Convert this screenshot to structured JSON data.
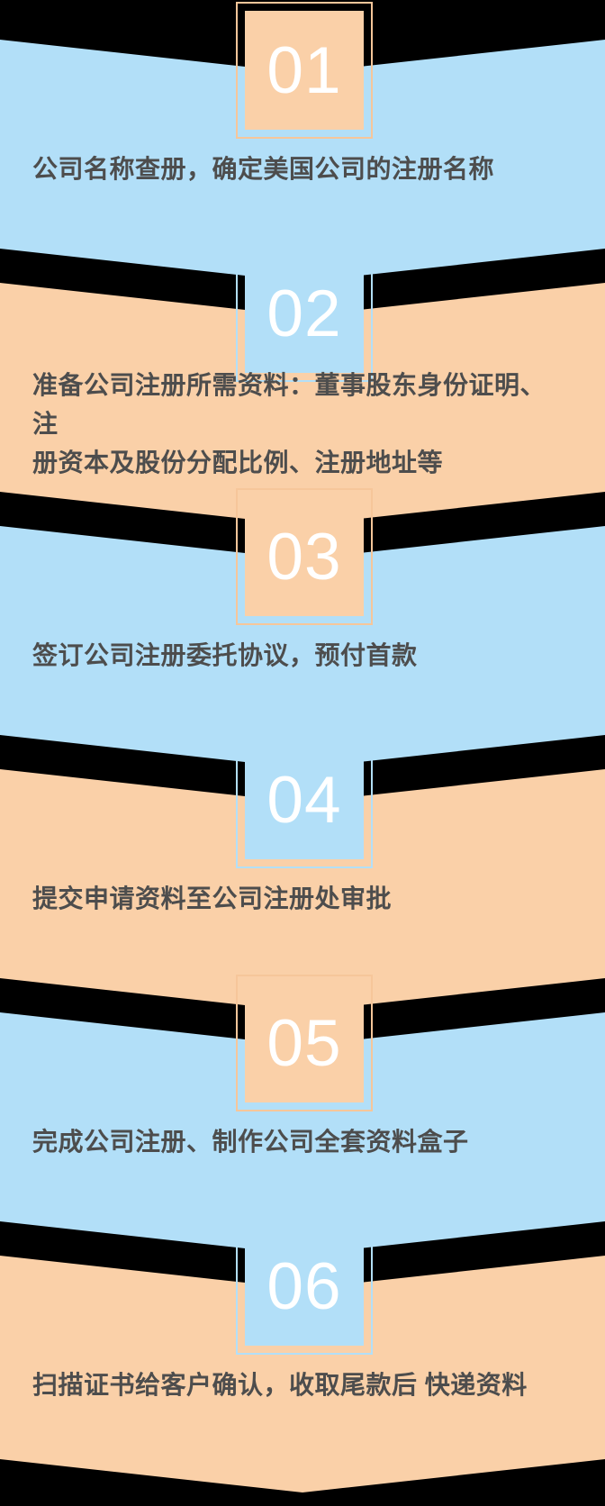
{
  "colors": {
    "banner_blue": "#b2dff8",
    "banner_peach": "#fad0a8",
    "badge_number": "#ffffff",
    "description_text": "#4d4d4d",
    "background": "#000000"
  },
  "steps": [
    {
      "number": "01",
      "banner_color": "blue",
      "badge_color": "peach",
      "text": "公司名称查册，确定美国公司的注册名称"
    },
    {
      "number": "02",
      "banner_color": "peach",
      "badge_color": "blue",
      "text": "准备公司注册所需资料：董事股东身份证明、 注\n册资本及股份分配比例、注册地址等"
    },
    {
      "number": "03",
      "banner_color": "blue",
      "badge_color": "peach",
      "text": "签订公司注册委托协议，预付首款"
    },
    {
      "number": "04",
      "banner_color": "peach",
      "badge_color": "blue",
      "text": "提交申请资料至公司注册处审批"
    },
    {
      "number": "05",
      "banner_color": "blue",
      "badge_color": "peach",
      "text": "完成公司注册、制作公司全套资料盒子"
    },
    {
      "number": "06",
      "banner_color": "peach",
      "badge_color": "blue",
      "text": "扫描证书给客户确认，收取尾款后 快递资料"
    }
  ]
}
